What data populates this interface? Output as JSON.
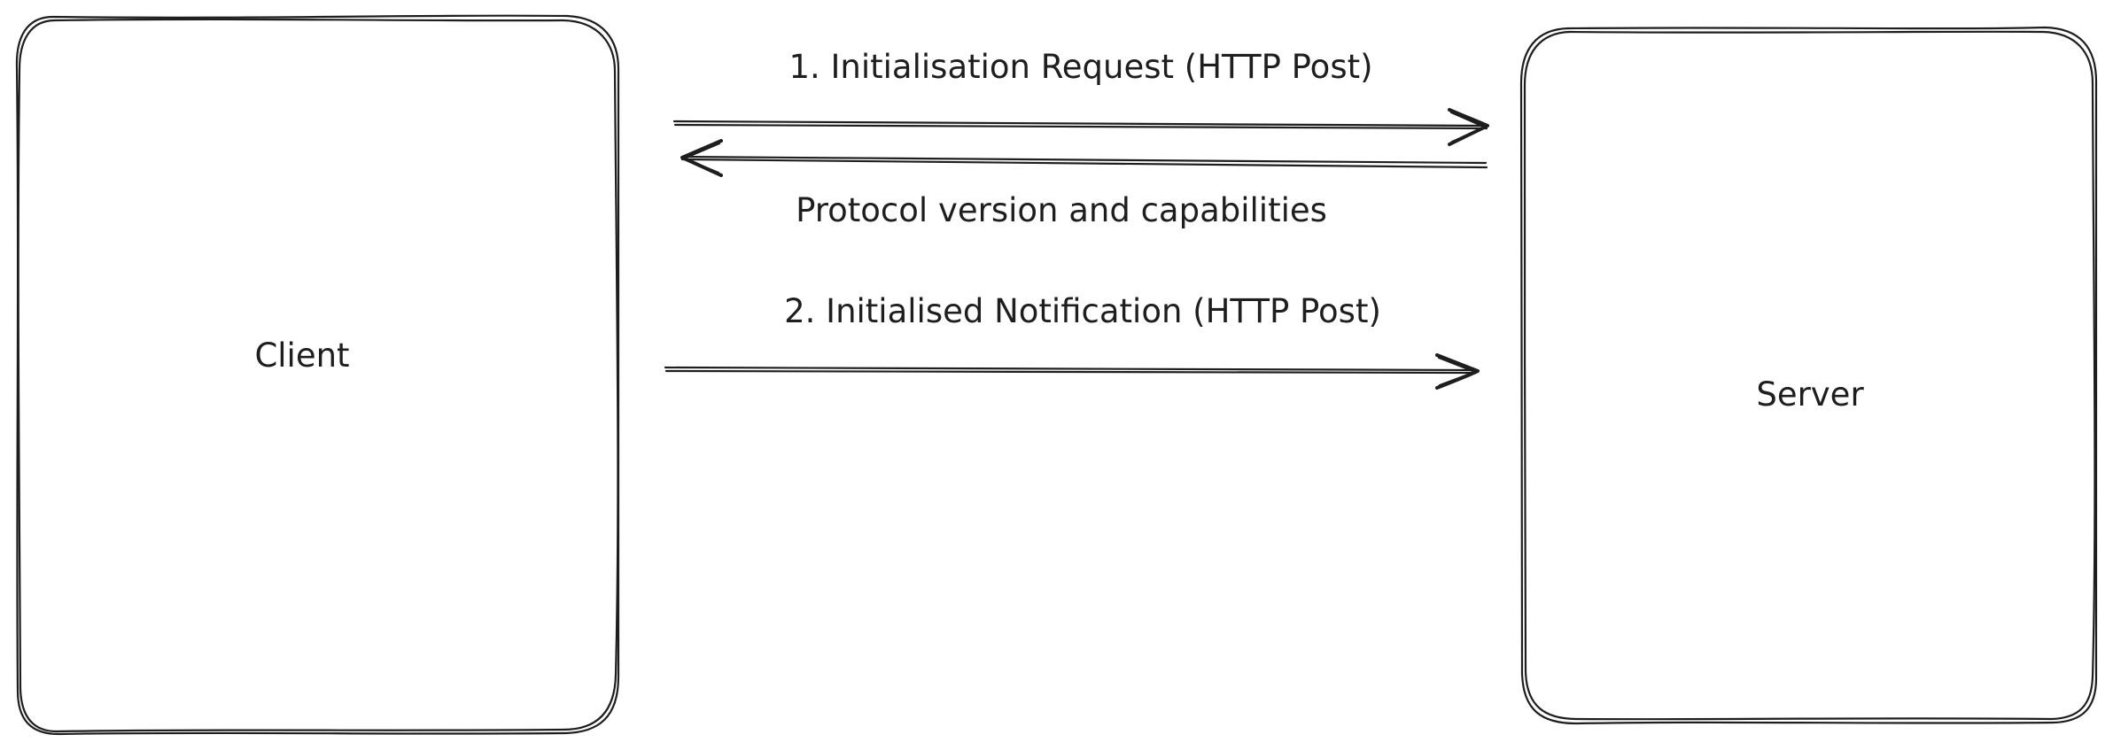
{
  "nodes": {
    "client": {
      "label": "Client"
    },
    "server": {
      "label": "Server"
    }
  },
  "messages": {
    "init_request": {
      "label": "1. Initialisation Request (HTTP Post)",
      "from": "Client",
      "to": "Server"
    },
    "init_response": {
      "label": "Protocol version and capabilities",
      "from": "Server",
      "to": "Client"
    },
    "init_notification": {
      "label": "2. Initialised Notification (HTTP Post)",
      "from": "Client",
      "to": "Server"
    }
  },
  "style": {
    "stroke_color": "#1e1e1e",
    "background": "#ffffff"
  }
}
